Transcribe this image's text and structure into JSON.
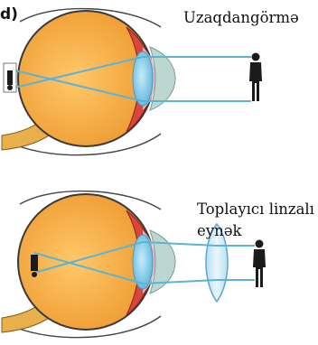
{
  "panel_label": "d)",
  "top_figure": {
    "caption": "Uzaqdangörmə"
  },
  "bottom_figure": {
    "caption_line1": "Toplayıcı linzalı",
    "caption_line2": "eynək"
  },
  "colors": {
    "eyeball": "#f4a93e",
    "eyeball_edge": "#3a3a3a",
    "sclera_band": "#d9463a",
    "iris": "#e7b6c8",
    "lens": "#8fcfe8",
    "cornea": "#bcd7cf",
    "ray": "#5bb3d6",
    "figure": "#1b1b1b",
    "lens_glass": "#cfe8f5"
  }
}
